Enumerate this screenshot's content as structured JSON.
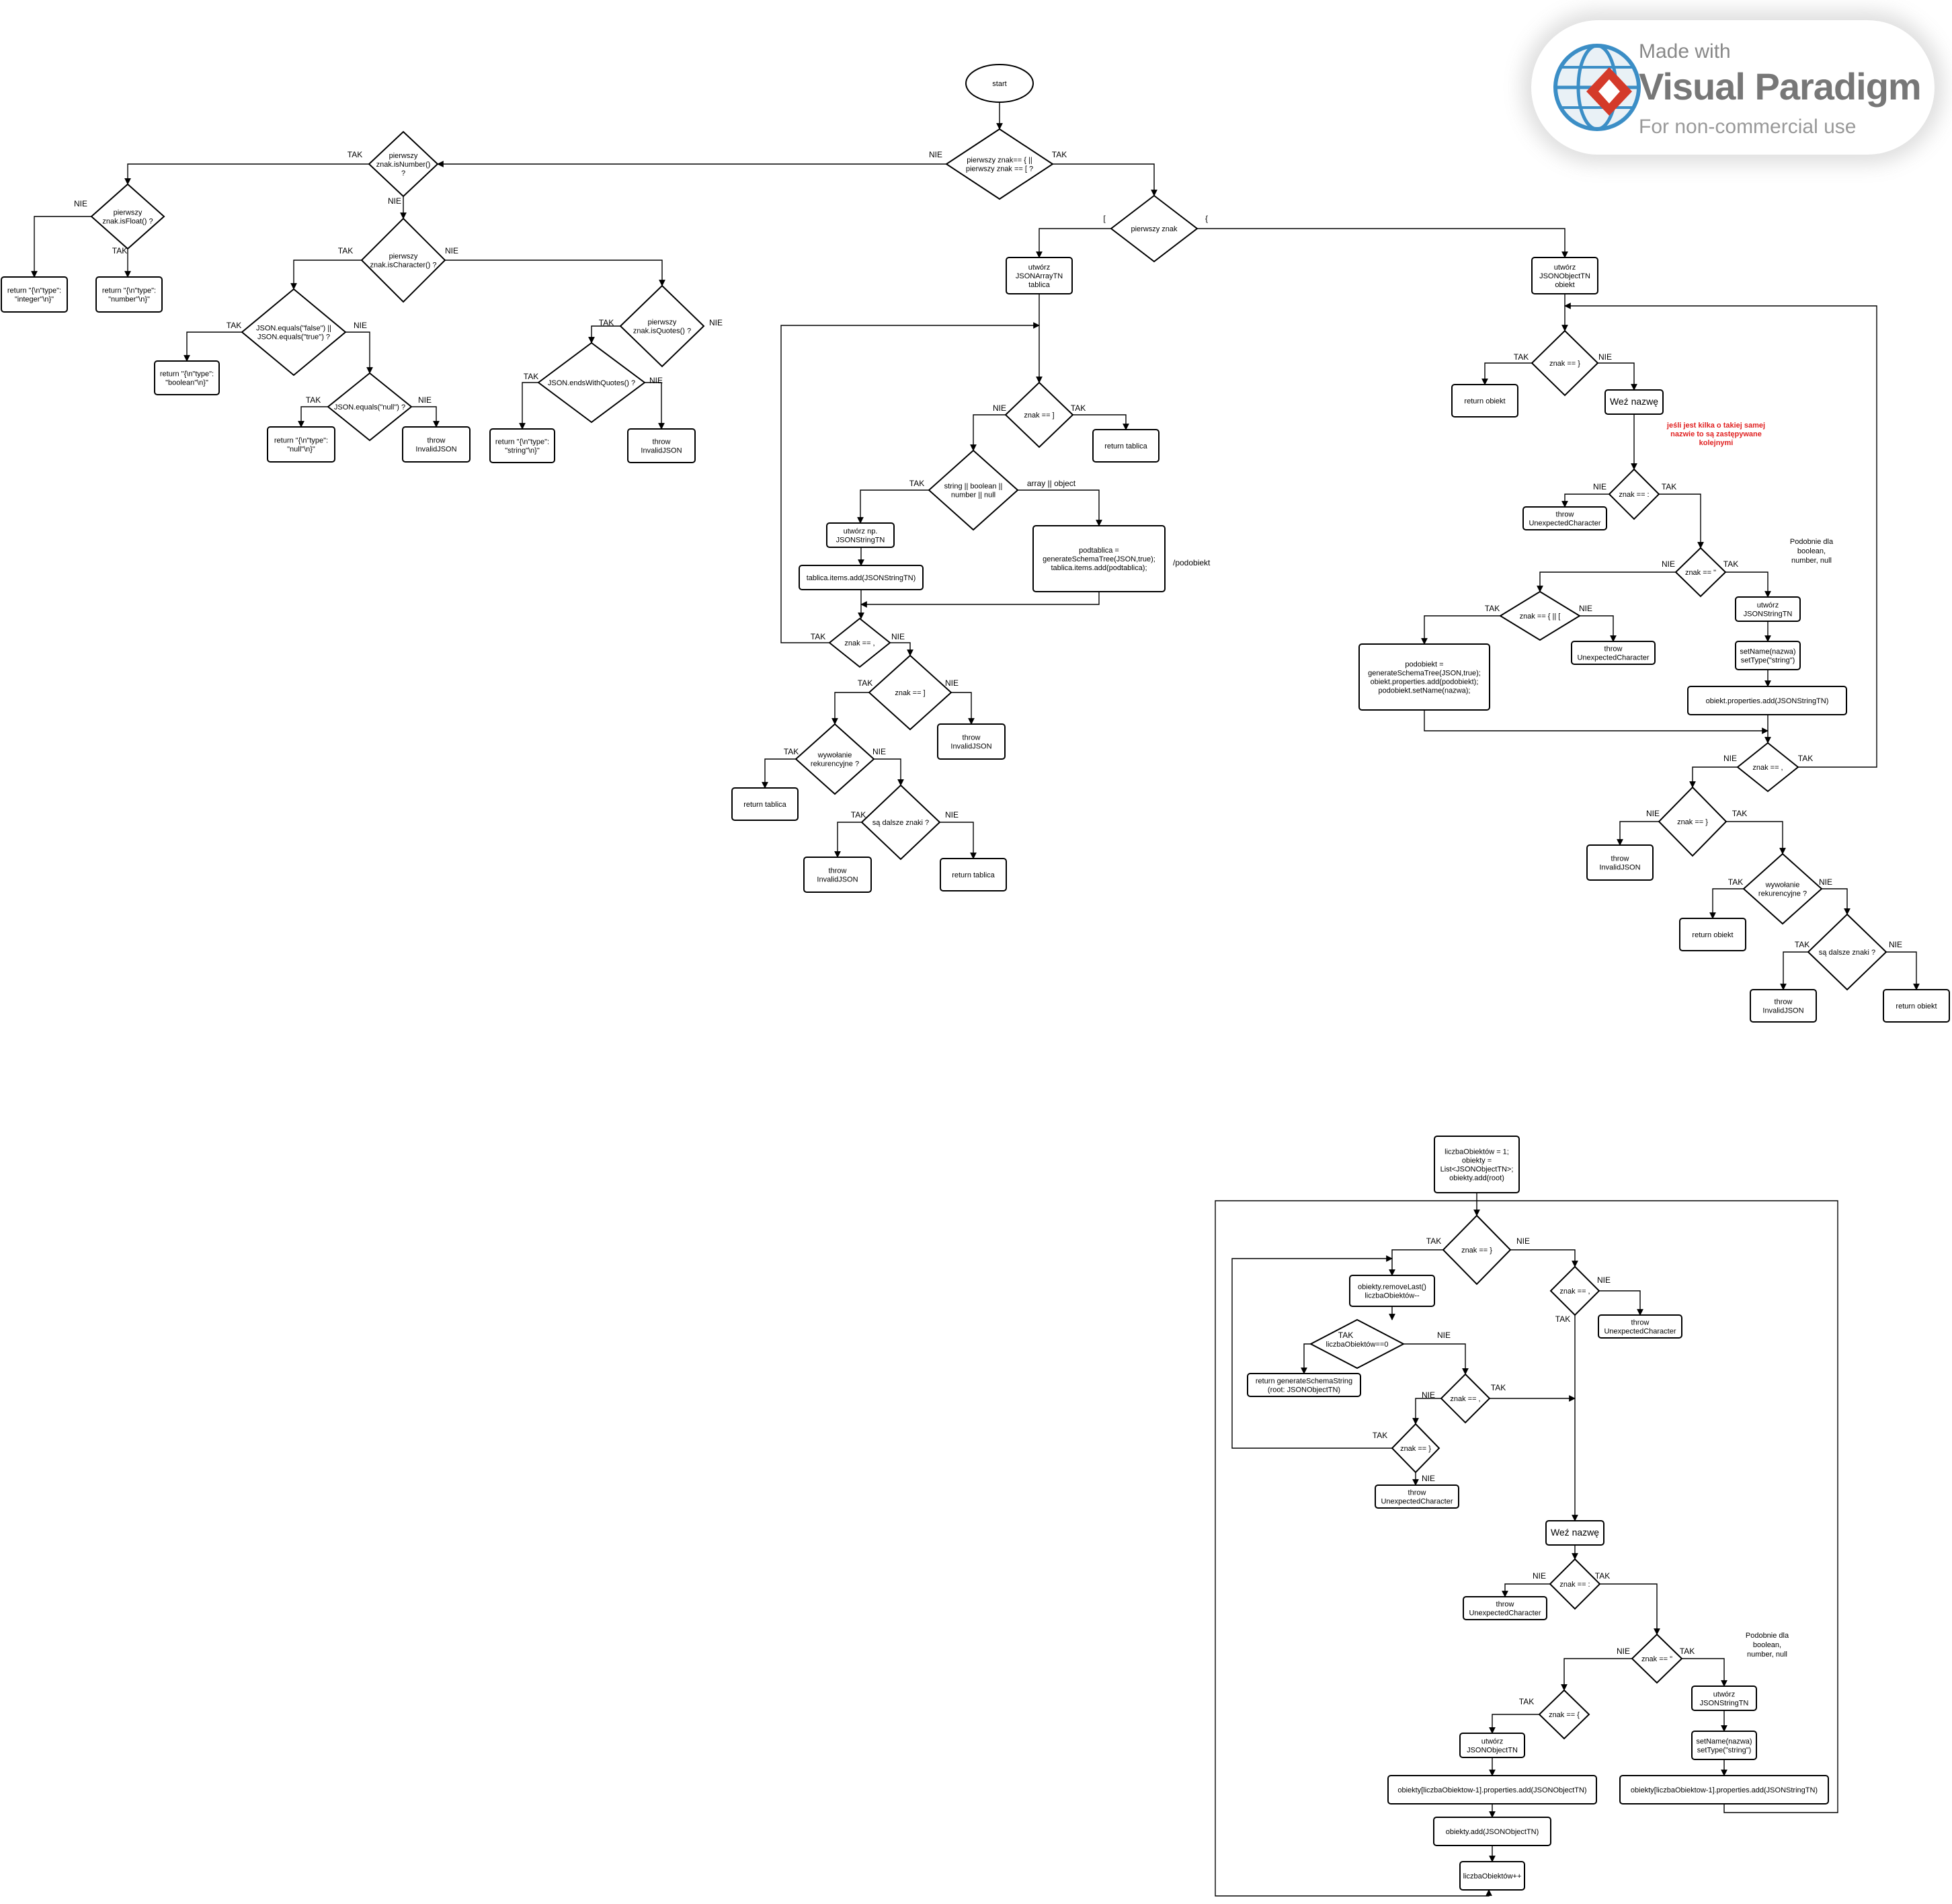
{
  "watermark": {
    "made_with": "Made with",
    "brand": "Visual Paradigm",
    "use": "For non-commercial use"
  },
  "diagram": {
    "nodes": {
      "start": [
        "start"
      ],
      "d_first": [
        "pierwszy znak== { ||",
        "pierwszy znak == [ ?"
      ],
      "d_isnum": [
        "pierwszy",
        "znak.isNumber()",
        "?"
      ],
      "d_isfloat": [
        "pierwszy",
        "znak.isFloat() ?"
      ],
      "r_int": [
        "return \"{\\n\"type\":",
        "\"integer\"\\n}\""
      ],
      "r_num": [
        "return \"{\\n\"type\":",
        "\"number\"\\n}\""
      ],
      "d_ischar": [
        "pierwszy",
        "znak.isCharacter() ?"
      ],
      "d_bool": [
        "JSON.equals(\"false\") ||",
        "JSON.equals(\"true\") ?"
      ],
      "r_bool": [
        "return \"{\\n\"type\":",
        "\"boolean\"\\n}\""
      ],
      "d_null": [
        "JSON.equals(\"null\") ?"
      ],
      "r_null": [
        "return \"{\\n\"type\":",
        "\"null\"\\n}\""
      ],
      "t_inv1": [
        "throw",
        "InvalidJSON"
      ],
      "d_quotes": [
        "pierwszy",
        "znak.isQuotes() ?"
      ],
      "d_endq": [
        "JSON.endsWithQuotes() ?"
      ],
      "r_str": [
        "return \"{\\n\"type\":",
        "\"string\"\\n}\""
      ],
      "t_inv2": [
        "throw",
        "InvalidJSON"
      ],
      "d_pz": [
        "pierwszy znak"
      ],
      "a_arr": [
        "utwórz",
        "JSONArrayTN",
        "tablica"
      ],
      "d_a_close": [
        "znak == ]"
      ],
      "a_ret1": [
        "return tablica"
      ],
      "d_a_type": [
        "string || boolean ||",
        "number || null"
      ],
      "a_create": [
        "utwórz np.",
        "JSONStringTN"
      ],
      "a_add": [
        "tablica.items.add(JSONStringTN)"
      ],
      "a_sub": [
        "podtablica =",
        "generateSchemaTree(JSON,true);",
        "tablica.items.add(podtablica);"
      ],
      "d_a_comma": [
        "znak == ,"
      ],
      "d_a_close2": [
        "znak == ]"
      ],
      "a_inv": [
        "throw",
        "InvalidJSON"
      ],
      "d_a_rek": [
        "wywołanie",
        "rekurencyjne ?"
      ],
      "a_ret2": [
        "return tablica"
      ],
      "d_a_more": [
        "są dalsze znaki ?"
      ],
      "a_inv2": [
        "throw",
        "InvalidJSON"
      ],
      "a_ret3": [
        "return tablica"
      ],
      "o_obj": [
        "utwórz",
        "JSONObjectTN",
        "obiekt"
      ],
      "d_o_close": [
        "znak == }"
      ],
      "o_ret1": [
        "return obiekt"
      ],
      "o_name": [
        "Weź nazwę"
      ],
      "d_o_colon": [
        "znak == :"
      ],
      "o_unexp1": [
        "throw",
        "UnexpectedCharacter"
      ],
      "d_o_quote": [
        "znak == \""
      ],
      "d_o_open": [
        "znak == { || ["
      ],
      "o_unexp2": [
        "throw",
        "UnexpectedCharacter"
      ],
      "o_sub": [
        "podobiekt =",
        "generateSchemaTree(JSON,true);",
        "obiekt.properties.add(podobiekt);",
        "podobiekt.setName(nazwa);"
      ],
      "o_create": [
        "utwórz",
        "JSONStringTN"
      ],
      "o_set": [
        "setName(nazwa)",
        "setType(\"string\")"
      ],
      "o_padd": [
        "obiekt.properties.add(JSONStringTN)"
      ],
      "d_o_comma": [
        "znak == ,"
      ],
      "d_o_close2": [
        "znak == }"
      ],
      "o_inv": [
        "throw",
        "InvalidJSON"
      ],
      "d_o_rek": [
        "wywołanie",
        "rekurencyjne ?"
      ],
      "o_ret2": [
        "return obiekt"
      ],
      "d_o_more": [
        "są dalsze znaki ?"
      ],
      "o_inv2": [
        "throw",
        "InvalidJSON"
      ],
      "o_ret3": [
        "return obiekt"
      ],
      "b_init": [
        "liczbaObiektów = 1;",
        "obiekty =",
        "List<JSONObjectTN>;",
        "obiekty.add(root)"
      ],
      "d_b_close": [
        "znak == }"
      ],
      "b_remove": [
        "obiekty.removeLast()",
        "liczbaObiektów--"
      ],
      "d_b_zero": [
        "liczbaObiektów==0"
      ],
      "b_return": [
        "return generateSchemaString",
        "(root: JSONObjectTN)"
      ],
      "d_b_comma1": [
        "znak == ,"
      ],
      "d_b_close2": [
        "znak == }"
      ],
      "b_unexp1": [
        "throw",
        "UnexpectedCharacter"
      ],
      "d_b_comma2": [
        "znak == ,"
      ],
      "b_unexp2": [
        "throw",
        "UnexpectedCharacter"
      ],
      "b_name": [
        "Weź nazwę"
      ],
      "d_b_colon": [
        "znak == :"
      ],
      "b_unexp3": [
        "throw",
        "UnexpectedCharacter"
      ],
      "d_b_quote": [
        "znak == \""
      ],
      "d_b_open": [
        "znak == {"
      ],
      "b_cobj": [
        "utwórz",
        "JSONObjectTN"
      ],
      "b_cstr": [
        "utwórz",
        "JSONStringTN"
      ],
      "b_set": [
        "setName(nazwa)",
        "setType(\"string\")"
      ],
      "b_padd_obj": [
        "obiekty[liczbaObiektow-1].properties.add(JSONObjectTN)"
      ],
      "b_padd_str": [
        "obiekty[liczbaObiektow-1].properties.add(JSONStringTN)"
      ],
      "b_push": [
        "obiekty.add(JSONObjectTN)"
      ],
      "b_inc": [
        "liczbaObiektów++"
      ]
    },
    "labels": {
      "yes": "TAK",
      "no": "NIE",
      "bracket_open": "[",
      "brace_open": "{",
      "array_or_object": "array || object",
      "subobject": "/podobiekt"
    },
    "notes": {
      "duplicate_names": [
        "jeśli jest kilka o takiej samej",
        "nazwie to są zastępywane",
        "kolejnymi"
      ],
      "similar_types": [
        "Podobnie dla",
        "boolean,",
        "number, null"
      ]
    }
  }
}
